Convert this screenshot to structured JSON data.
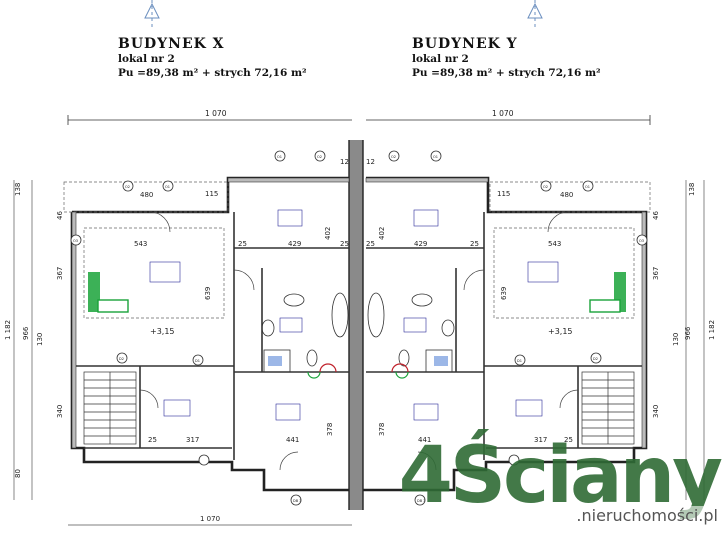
{
  "building_x": {
    "title": "BUDYNEK  X",
    "unit": "lokal  nr 2",
    "area": "Pu =89,38 m² + strych 72,16 m²"
  },
  "building_y": {
    "title": "BUDYNEK  Y",
    "unit": "lokal  nr 2",
    "area": "Pu =89,38 m² + strych 72,16 m²"
  },
  "dimensions": {
    "top_left": "1 070",
    "top_right": "1 070",
    "bottom": "1 070",
    "left_total": "1 182",
    "right_total": "1 182",
    "left_inner": "966",
    "right_inner": "966",
    "w480": "480",
    "w543": "543",
    "w429": "429",
    "w441": "441",
    "w317": "317",
    "h367": "367",
    "h639": "639",
    "h402": "402",
    "h378": "378",
    "h340": "340",
    "h138": "138",
    "h130": "130",
    "h46": "46",
    "h25": "25",
    "h115": "115",
    "h12": "12",
    "h80": "80"
  },
  "levels": {
    "left": "+3,15",
    "right": "+3,15"
  },
  "windows": [
    "O1",
    "O2",
    "O3",
    "O4",
    "D1",
    "D2",
    "DB 3"
  ],
  "watermark": {
    "brand": "4Ściany",
    "sub": ".nieruchomości.pl"
  },
  "colors": {
    "line": "#222222",
    "accent_green": "#1aa33a",
    "room_label": "#2a2a9a",
    "red": "#c0202a"
  }
}
